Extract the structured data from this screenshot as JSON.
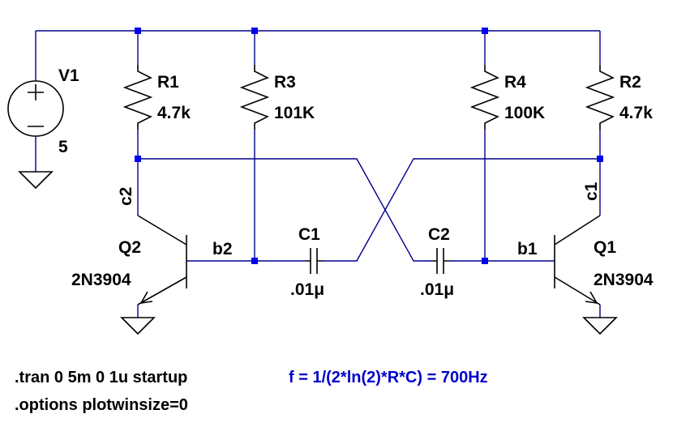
{
  "components": {
    "v1": {
      "name": "V1",
      "value": "5"
    },
    "r1": {
      "name": "R1",
      "value": "4.7k"
    },
    "r2": {
      "name": "R2",
      "value": "4.7k"
    },
    "r3": {
      "name": "R3",
      "value": "101K"
    },
    "r4": {
      "name": "R4",
      "value": "100K"
    },
    "c1": {
      "name": "C1",
      "value": ".01μ"
    },
    "c2": {
      "name": "C2",
      "value": ".01μ"
    },
    "q1": {
      "name": "Q1",
      "model": "2N3904"
    },
    "q2": {
      "name": "Q2",
      "model": "2N3904"
    }
  },
  "nets": {
    "c1": "c1",
    "c2": "c2",
    "b1": "b1",
    "b2": "b2"
  },
  "directives": {
    "tran": ".tran 0 5m 0 1u startup",
    "options": ".options plotwinsize=0"
  },
  "comment": "f = 1/(2*ln(2)*R*C) = 700Hz",
  "colors": {
    "wire": "#00008b",
    "junction": "#0000ee",
    "comment": "#0000cc"
  }
}
